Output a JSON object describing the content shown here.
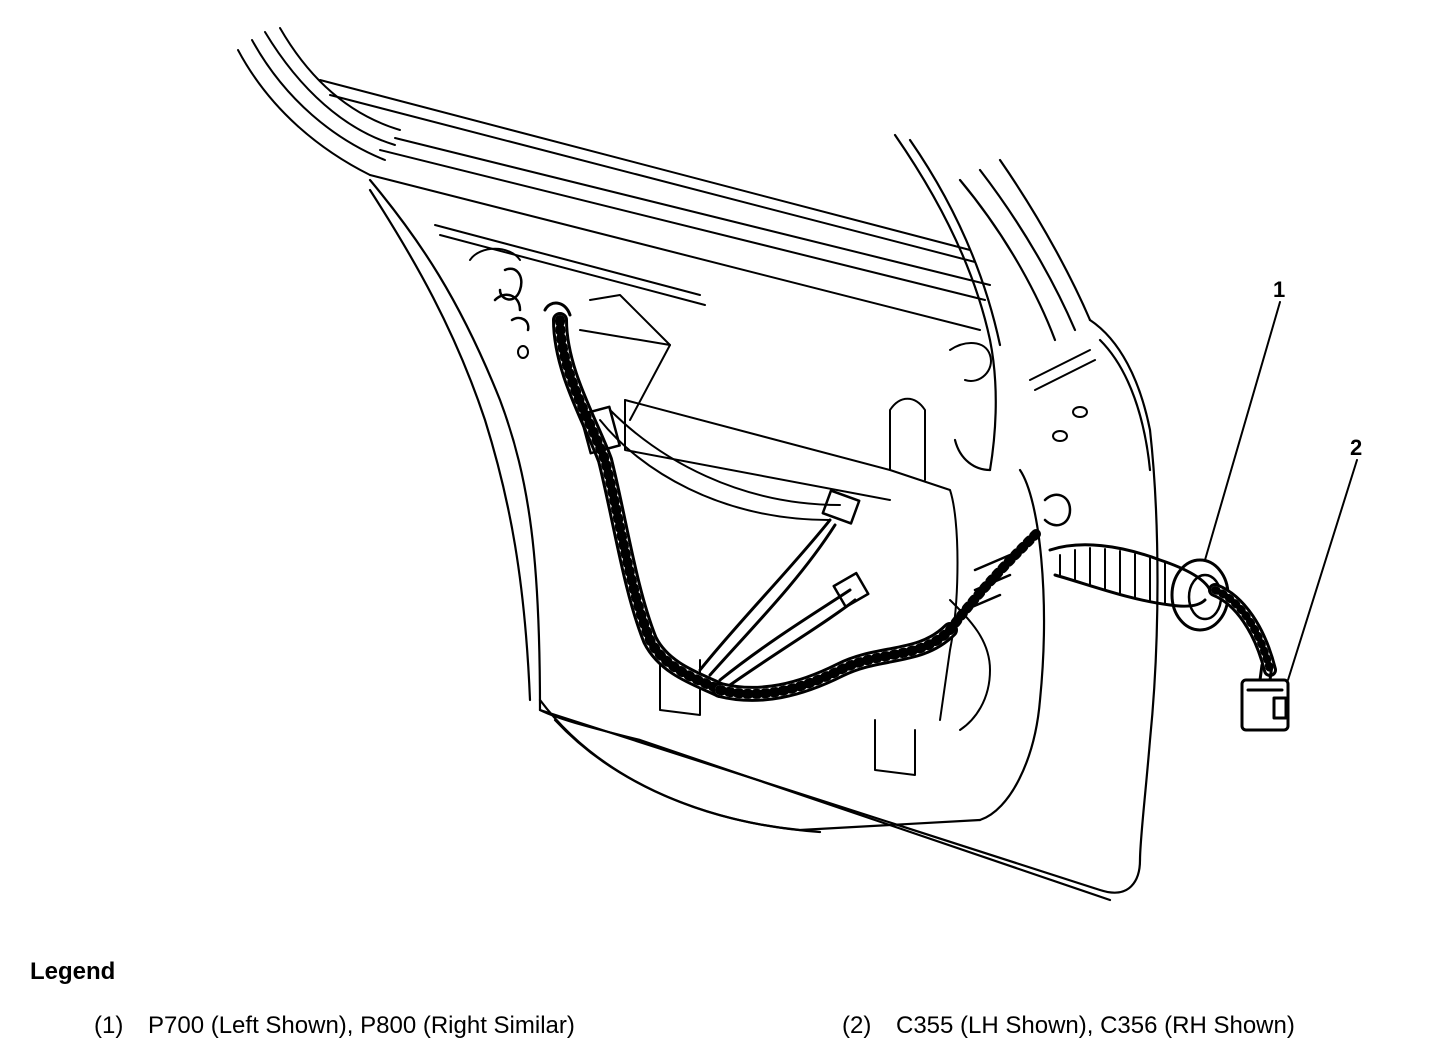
{
  "diagram": {
    "callouts": [
      {
        "number": "1"
      },
      {
        "number": "2"
      }
    ]
  },
  "legend": {
    "title": "Legend",
    "items": [
      {
        "number": "(1)",
        "text": "P700 (Left Shown), P800 (Right Similar)"
      },
      {
        "number": "(2)",
        "text": "C355 (LH Shown), C356 (RH Shown)"
      }
    ]
  },
  "colors": {
    "line": "#000000",
    "background": "#ffffff"
  }
}
